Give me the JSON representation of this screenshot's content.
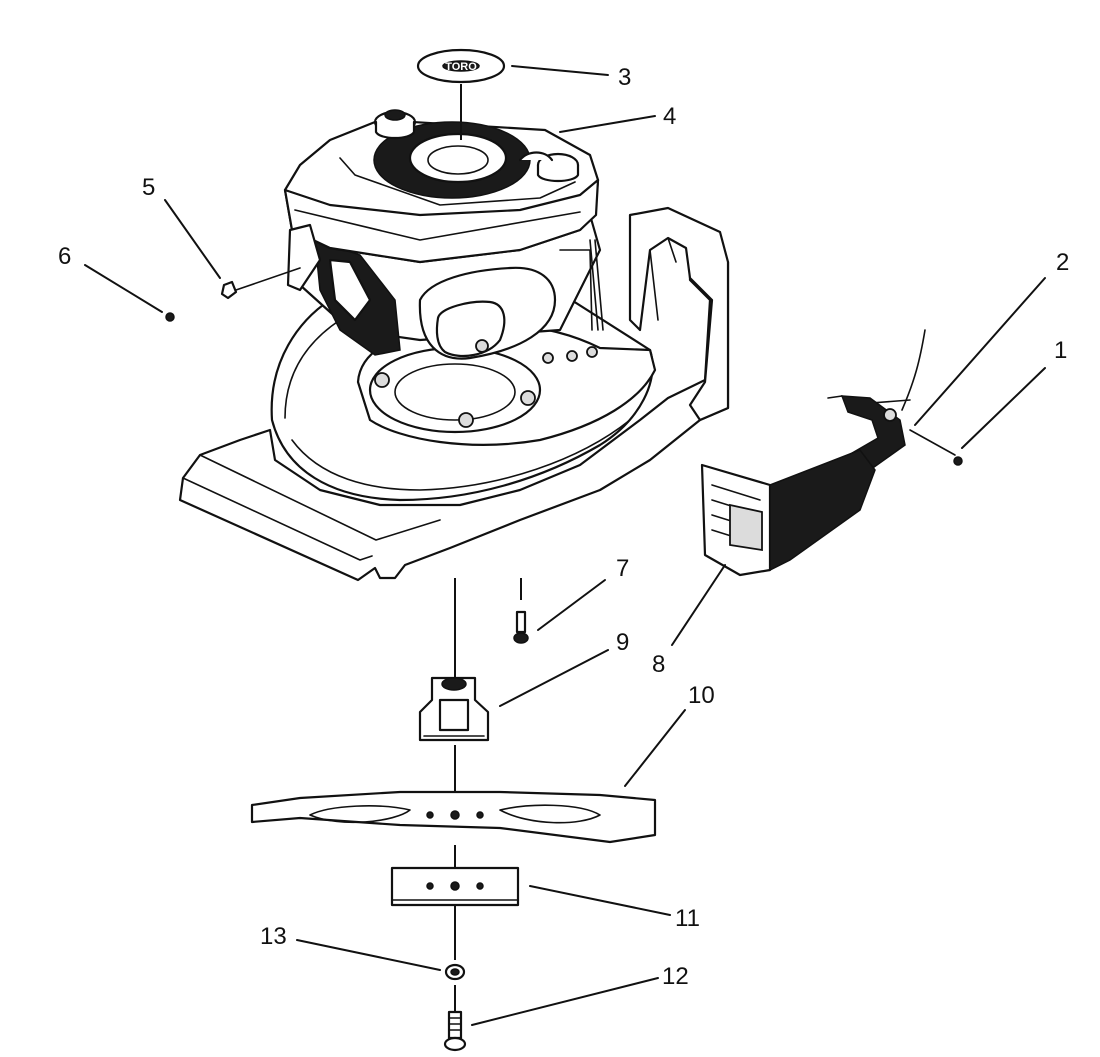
{
  "diagram": {
    "callouts": [
      {
        "id": "1",
        "label": "1"
      },
      {
        "id": "2",
        "label": "2"
      },
      {
        "id": "3",
        "label": "3"
      },
      {
        "id": "4",
        "label": "4"
      },
      {
        "id": "5",
        "label": "5"
      },
      {
        "id": "6",
        "label": "6"
      },
      {
        "id": "7",
        "label": "7"
      },
      {
        "id": "8",
        "label": "8"
      },
      {
        "id": "9",
        "label": "9"
      },
      {
        "id": "10",
        "label": "10"
      },
      {
        "id": "11",
        "label": "11"
      },
      {
        "id": "12",
        "label": "12"
      },
      {
        "id": "13",
        "label": "13"
      }
    ],
    "decal_logo_text": "TORO"
  }
}
